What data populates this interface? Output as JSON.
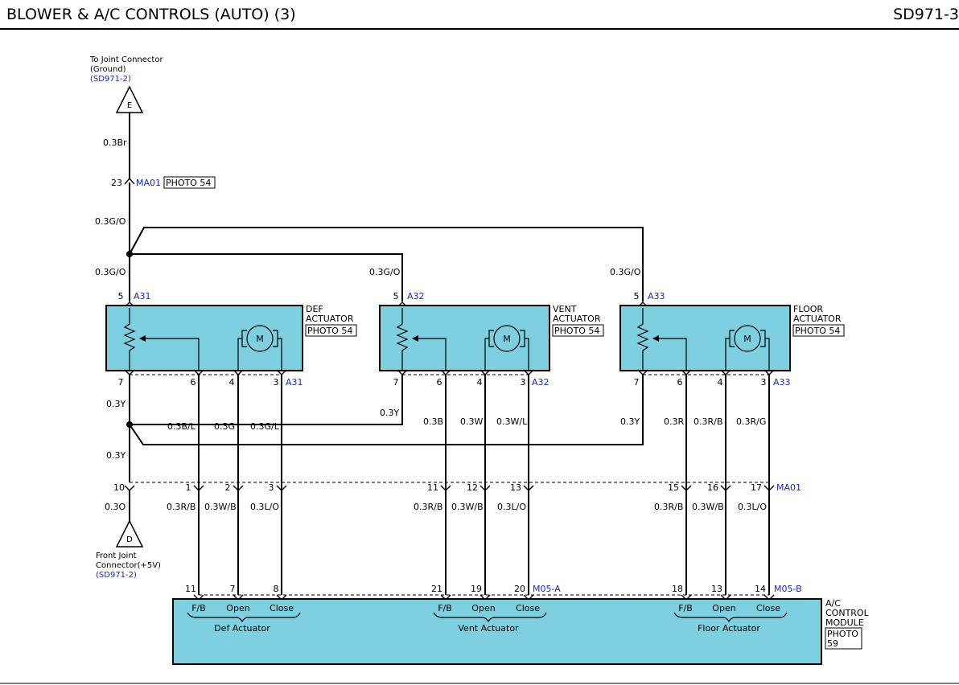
{
  "header": {
    "title": "BLOWER & A/C CONTROLS (AUTO) (3)",
    "code": "SD971-3"
  },
  "ground_ref": {
    "line1": "To Joint Connector",
    "line2": "(Ground)",
    "ref": "(SD971-2)",
    "letter": "E"
  },
  "supply_ref": {
    "line1": "Front Joint",
    "line2": "Connector(+5V)",
    "ref": "(SD971-2)",
    "letter": "D"
  },
  "connectors": {
    "ma01_top": {
      "pin": "23",
      "name": "MA01",
      "photo": "PHOTO 54"
    },
    "ma01_row": {
      "name": "MA01",
      "pins": [
        "10",
        "1",
        "2",
        "3",
        "11",
        "12",
        "13",
        "15",
        "16",
        "17"
      ]
    },
    "m05a": {
      "name": "M05-A",
      "pins": [
        "11",
        "7",
        "8",
        "21",
        "19",
        "20"
      ]
    },
    "m05b": {
      "name": "M05-B",
      "pins": [
        "18",
        "13",
        "14"
      ]
    }
  },
  "wires": {
    "ground": "0.3Br",
    "ground2": "0.3G/O",
    "feed_def": "0.3G/O",
    "feed_vent": "0.3G/O",
    "feed_floor": "0.3G/O",
    "ret_def": "0.3Y",
    "ret_vent": "0.3Y",
    "ret_floor": "0.3Y",
    "ret_main": "0.3Y",
    "supply": "0.3O",
    "def": [
      "0.3B/L",
      "0.3G",
      "0.3G/L"
    ],
    "vent": [
      "0.3B",
      "0.3W",
      "0.3W/L"
    ],
    "floor": [
      "0.3R",
      "0.3R/B",
      "0.3R/G"
    ],
    "lower_def": [
      "0.3R/B",
      "0.3W/B",
      "0.3L/O"
    ],
    "lower_vent": [
      "0.3R/B",
      "0.3W/B",
      "0.3L/O"
    ],
    "lower_floor": [
      "0.3R/B",
      "0.3W/B",
      "0.3L/O"
    ]
  },
  "actuators": [
    {
      "conn": "A31",
      "title1": "DEF",
      "title2": "ACTUATOR",
      "photo": "PHOTO 54",
      "top_pin": "5",
      "pins": [
        "7",
        "6",
        "4",
        "3"
      ],
      "motor": "M"
    },
    {
      "conn": "A32",
      "title1": "VENT",
      "title2": "ACTUATOR",
      "photo": "PHOTO 54",
      "top_pin": "5",
      "pins": [
        "7",
        "6",
        "4",
        "3"
      ],
      "motor": "M"
    },
    {
      "conn": "A33",
      "title1": "FLOOR",
      "title2": "ACTUATOR",
      "photo": "PHOTO 54",
      "top_pin": "5",
      "pins": [
        "7",
        "6",
        "4",
        "3"
      ],
      "motor": "M"
    }
  ],
  "module": {
    "title1": "A/C",
    "title2": "CONTROL",
    "title3": "MODULE",
    "photo1": "PHOTO",
    "photo2": "59",
    "groups": [
      {
        "labels": [
          "F/B",
          "Open",
          "Close"
        ],
        "name": "Def Actuator"
      },
      {
        "labels": [
          "F/B",
          "Open",
          "Close"
        ],
        "name": "Vent Actuator"
      },
      {
        "labels": [
          "F/B",
          "Open",
          "Close"
        ],
        "name": "Floor Actuator"
      }
    ]
  },
  "colors": {
    "box": "#7ecfe0",
    "connector_label": "#1a2bb8"
  }
}
